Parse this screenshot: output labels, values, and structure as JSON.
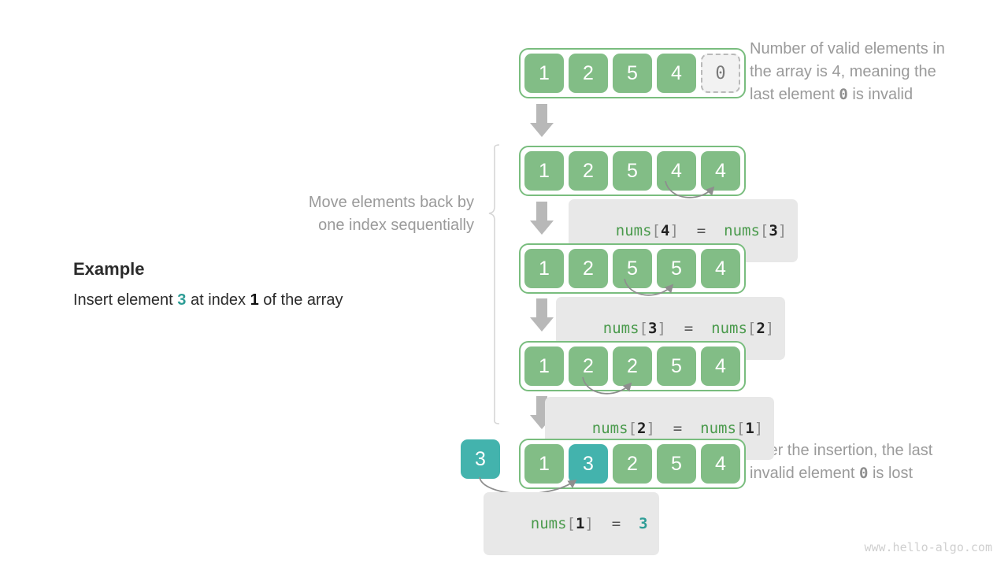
{
  "colors": {
    "green": "#82bd86",
    "green_border": "#79bd7e",
    "teal": "#43b3ad",
    "gray_arrow": "#bdbdbd",
    "chip_bg": "#e8e8e8",
    "note_text": "#9a9a9a"
  },
  "example": {
    "title": "Example",
    "line_pre": "Insert element ",
    "line_value": "3",
    "line_mid": " at index ",
    "line_index": "1",
    "line_post": " of the array"
  },
  "left_note": {
    "line1": "Move elements back by",
    "line2": "one index sequentially"
  },
  "notes": {
    "top_pre": "Number of valid elements in the array is 4, meaning the last element ",
    "top_code": "0",
    "top_post": " is invalid",
    "top_line1": "Number of valid elements in",
    "top_line2a": "the array is 4, meaning the",
    "top_line3a": "last element ",
    "top_line3b": " is invalid",
    "bottom_line1": "After the insertion, the last",
    "bottom_line2a": "invalid element ",
    "bottom_line2b": " is lost"
  },
  "rows": [
    {
      "id": "row-initial",
      "cells": [
        {
          "value": "1",
          "kind": "green"
        },
        {
          "value": "2",
          "kind": "green"
        },
        {
          "value": "5",
          "kind": "green"
        },
        {
          "value": "4",
          "kind": "green"
        },
        {
          "value": "0",
          "kind": "invalid"
        }
      ]
    },
    {
      "id": "row-shift-4",
      "cells": [
        {
          "value": "1",
          "kind": "green"
        },
        {
          "value": "2",
          "kind": "green"
        },
        {
          "value": "5",
          "kind": "green"
        },
        {
          "value": "4",
          "kind": "green"
        },
        {
          "value": "4",
          "kind": "green"
        }
      ]
    },
    {
      "id": "row-shift-3",
      "cells": [
        {
          "value": "1",
          "kind": "green"
        },
        {
          "value": "2",
          "kind": "green"
        },
        {
          "value": "5",
          "kind": "green"
        },
        {
          "value": "5",
          "kind": "green"
        },
        {
          "value": "4",
          "kind": "green"
        }
      ]
    },
    {
      "id": "row-shift-2",
      "cells": [
        {
          "value": "1",
          "kind": "green"
        },
        {
          "value": "2",
          "kind": "green"
        },
        {
          "value": "2",
          "kind": "green"
        },
        {
          "value": "5",
          "kind": "green"
        },
        {
          "value": "4",
          "kind": "green"
        }
      ]
    },
    {
      "id": "row-final",
      "cells": [
        {
          "value": "1",
          "kind": "green"
        },
        {
          "value": "3",
          "kind": "teal"
        },
        {
          "value": "2",
          "kind": "green"
        },
        {
          "value": "5",
          "kind": "green"
        },
        {
          "value": "4",
          "kind": "green"
        }
      ]
    }
  ],
  "insert_box": {
    "value": "3"
  },
  "code_chips": [
    {
      "id": "chip-4-3",
      "name": "nums",
      "lhs_index": "4",
      "eq": "=",
      "rhs_name": "nums",
      "rhs_index": "3",
      "rhs_is_value": false,
      "text": "nums[4] = nums[3]"
    },
    {
      "id": "chip-3-2",
      "name": "nums",
      "lhs_index": "3",
      "eq": "=",
      "rhs_name": "nums",
      "rhs_index": "2",
      "rhs_is_value": false,
      "text": "nums[3] = nums[2]"
    },
    {
      "id": "chip-2-1",
      "name": "nums",
      "lhs_index": "2",
      "eq": "=",
      "rhs_name": "nums",
      "rhs_index": "1",
      "rhs_is_value": false,
      "text": "nums[2] = nums[1]"
    },
    {
      "id": "chip-1-val",
      "name": "nums",
      "lhs_index": "1",
      "eq": "=",
      "rhs_value": "3",
      "rhs_is_value": true,
      "text": "nums[1] = 3"
    }
  ],
  "watermark": "www.hello-algo.com"
}
